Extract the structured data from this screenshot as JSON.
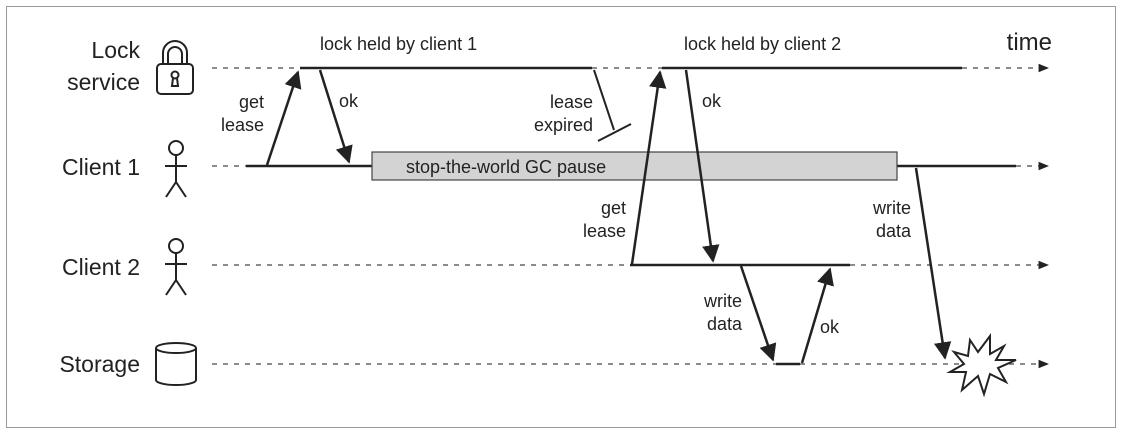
{
  "lanes": {
    "lock_service": [
      "Lock",
      "service"
    ],
    "client1": "Client 1",
    "client2": "Client 2",
    "storage": "Storage"
  },
  "time_label": "time",
  "notes": {
    "held1": "lock held by client 1",
    "held2": "lock held by client 2",
    "get_lease_1": [
      "get",
      "lease"
    ],
    "ok_1": "ok",
    "lease_expired": [
      "lease",
      "expired"
    ],
    "gc_pause": "stop-the-world GC pause",
    "get_lease_2": [
      "get",
      "lease"
    ],
    "ok_2": "ok",
    "write_data_2": [
      "write",
      "data"
    ],
    "ok_storage": "ok",
    "write_data_1": [
      "write",
      "data"
    ]
  },
  "icons": {
    "lock_service": "padlock-icon",
    "client1": "stick-figure-icon",
    "client2": "stick-figure-icon",
    "storage": "database-cylinder-icon",
    "conflict": "explosion-burst-icon"
  },
  "colors": {
    "line": "#222222",
    "dashed": "#666666",
    "gc_box_fill": "#d3d3d3",
    "frame": "#9a9a9a"
  }
}
